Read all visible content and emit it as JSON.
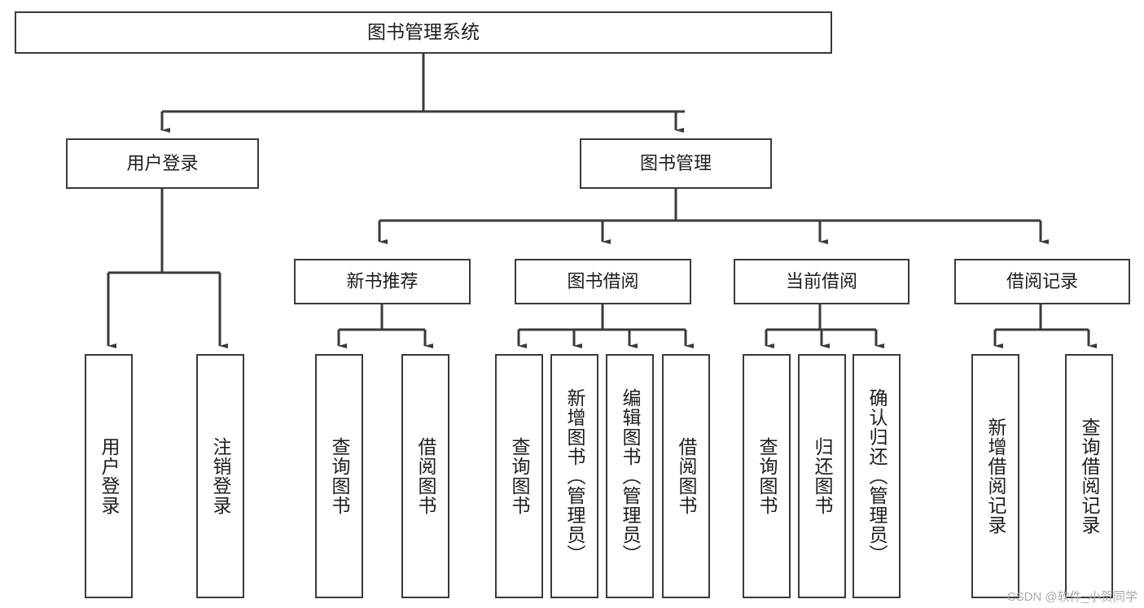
{
  "diagram": {
    "title": "图书管理系统",
    "type": "tree-hierarchy-chart",
    "watermark": "CSDN @软件_小贺同学",
    "line_color": "#3a3a3a",
    "box_fill": "#ffffff",
    "text_color": "#1d1d1d"
  },
  "nodes": {
    "root": {
      "label": "图书管理系统"
    },
    "level2": [
      {
        "label": "用户登录"
      },
      {
        "label": "图书管理"
      }
    ],
    "level3": [
      {
        "label": "新书推荐"
      },
      {
        "label": "图书借阅"
      },
      {
        "label": "当前借阅"
      },
      {
        "label": "借阅记录"
      }
    ],
    "leaves": {
      "user_login": [
        {
          "label": "用户登录"
        },
        {
          "label": "注销登录"
        }
      ],
      "new_book_recommend": [
        {
          "label": "查询图书"
        },
        {
          "label": "借阅图书"
        }
      ],
      "book_borrow": [
        {
          "label": "查询图书"
        },
        {
          "label": "新增图书（管理员）"
        },
        {
          "label": "编辑图书（管理员）"
        },
        {
          "label": "借阅图书"
        }
      ],
      "current_borrow": [
        {
          "label": "查询图书"
        },
        {
          "label": "归还图书"
        },
        {
          "label": "确认归还（管理员）"
        }
      ],
      "borrow_record": [
        {
          "label": "新增借阅记录"
        },
        {
          "label": "查询借阅记录"
        }
      ]
    }
  }
}
